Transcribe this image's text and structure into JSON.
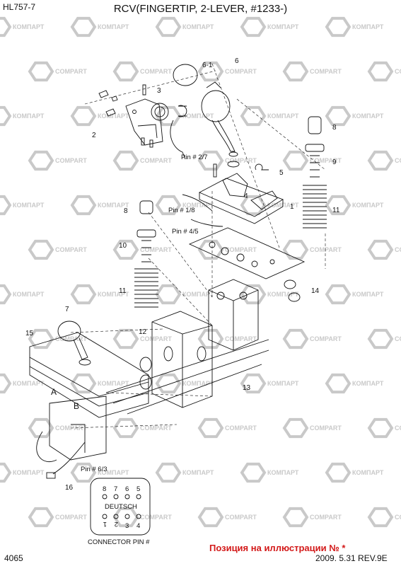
{
  "header": {
    "model": "HL757-7",
    "title": "RCV(FINGERTIP, 2-LEVER, #1233-)"
  },
  "footer": {
    "page_number": "4065",
    "note": "Позиция на иллюстрации № *",
    "date_rev": "2009. 5.31  REV.9E"
  },
  "watermark": {
    "text_latin": "COMPART",
    "text_cyrillic": "КОМПАРТ"
  },
  "callouts": [
    "1",
    "2",
    "3",
    "4",
    "5",
    "6",
    "6-1",
    "7",
    "8",
    "8",
    "9",
    "10",
    "11",
    "11",
    "12",
    "13",
    "14",
    "15",
    "16"
  ],
  "pin_labels": {
    "pin_2_7": "Pin # 2/7",
    "pin_1_8": "Pin # 1/8",
    "pin_4_5": "Pin # 4/5",
    "pin_6_3": "Pin # 6/3"
  },
  "boot_letters": {
    "a": "A",
    "b": "B"
  },
  "connector": {
    "title": "CONNECTOR PIN #",
    "brand": "DEUTSCH",
    "top_pins": [
      "8",
      "7",
      "6",
      "5"
    ],
    "bottom_pins": [
      "1",
      "2",
      "3",
      "4"
    ]
  },
  "colors": {
    "watermark": "#c9c9c9",
    "note_red": "#d31919",
    "line": "#111111"
  }
}
